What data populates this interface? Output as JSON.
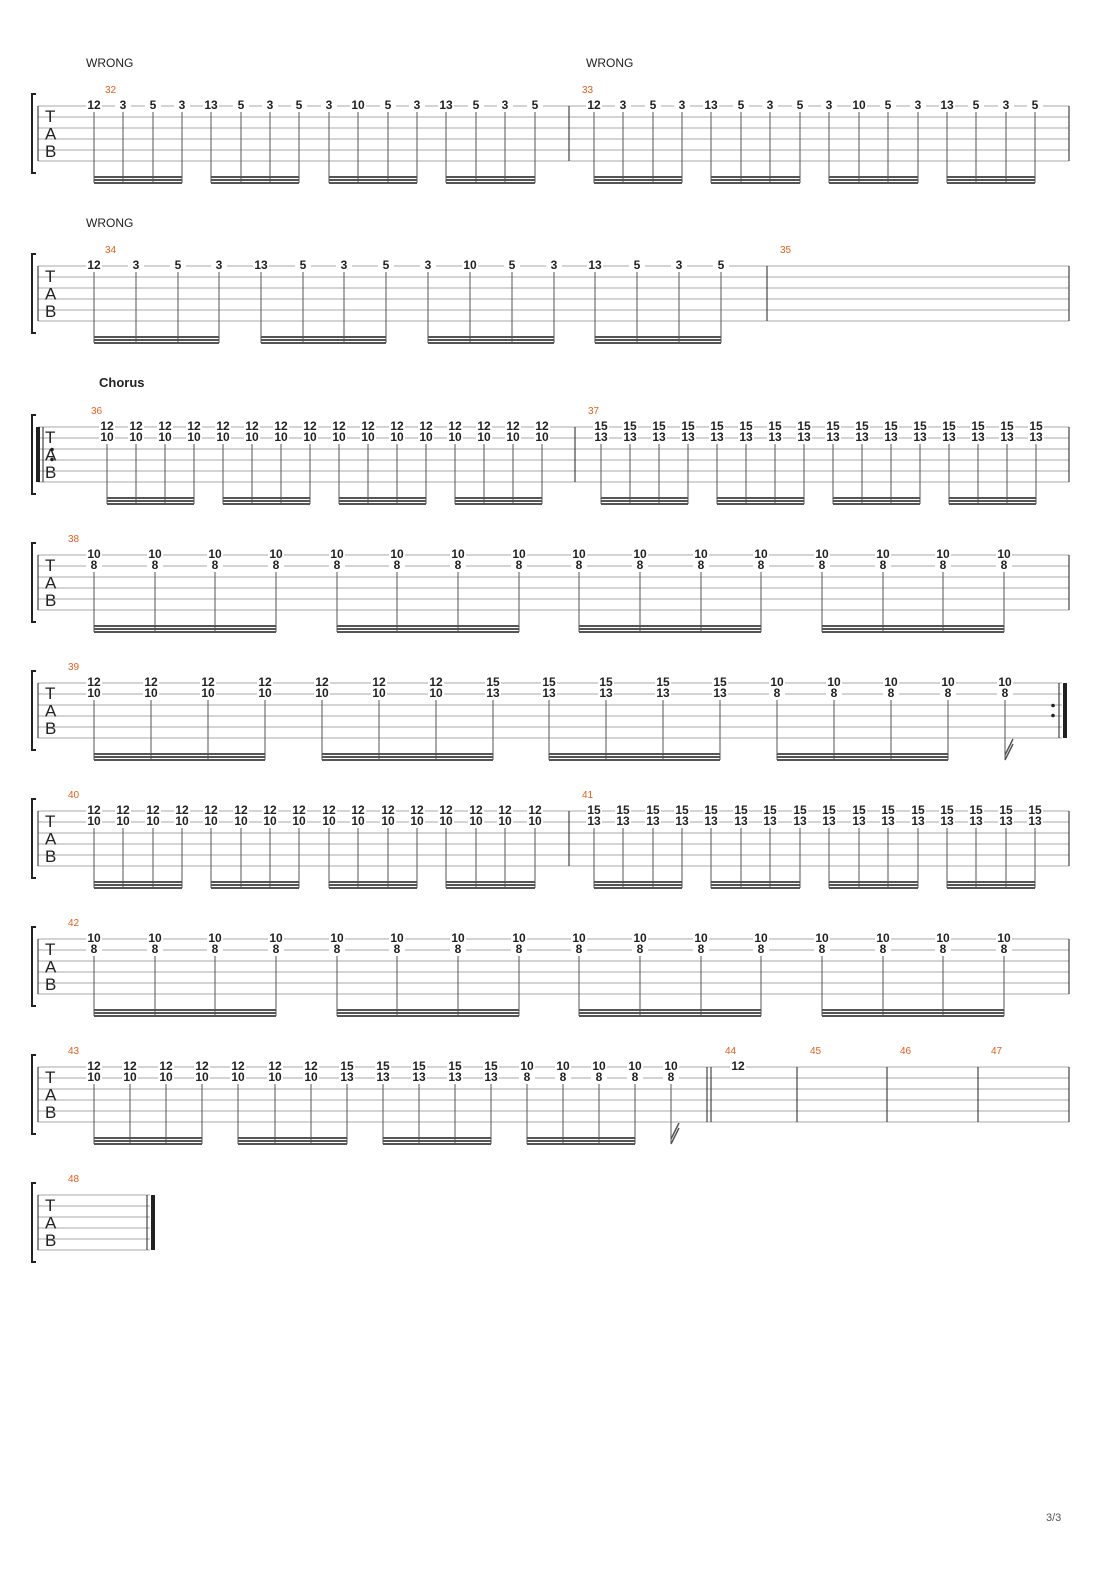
{
  "page_number": "3/3",
  "tab_clef": [
    "T",
    "A",
    "B"
  ],
  "systems": [
    {
      "annotations": [
        "WRONG",
        "WRONG"
      ],
      "measures": [
        {
          "number": "32",
          "annotation_index": 0,
          "beat_groups": [
            {
              "notes": [
                [
                  "12"
                ],
                [
                  "3"
                ],
                [
                  "5"
                ],
                [
                  "3"
                ]
              ]
            },
            {
              "notes": [
                [
                  "13"
                ],
                [
                  "5"
                ],
                [
                  "3"
                ],
                [
                  "5"
                ]
              ]
            },
            {
              "notes": [
                [
                  "3"
                ],
                [
                  "10"
                ],
                [
                  "5"
                ],
                [
                  "3"
                ]
              ]
            },
            {
              "notes": [
                [
                  "13"
                ],
                [
                  "5"
                ],
                [
                  "3"
                ],
                [
                  "5"
                ]
              ]
            }
          ]
        },
        {
          "number": "33",
          "annotation_index": 1,
          "beat_groups": [
            {
              "notes": [
                [
                  "12"
                ],
                [
                  "3"
                ],
                [
                  "5"
                ],
                [
                  "3"
                ]
              ]
            },
            {
              "notes": [
                [
                  "13"
                ],
                [
                  "5"
                ],
                [
                  "3"
                ],
                [
                  "5"
                ]
              ]
            },
            {
              "notes": [
                [
                  "3"
                ],
                [
                  "10"
                ],
                [
                  "5"
                ],
                [
                  "3"
                ]
              ]
            },
            {
              "notes": [
                [
                  "13"
                ],
                [
                  "5"
                ],
                [
                  "3"
                ],
                [
                  "5"
                ]
              ]
            }
          ]
        }
      ]
    },
    {
      "annotations": [
        "WRONG"
      ],
      "measures": [
        {
          "number": "34",
          "annotation_index": 0,
          "beat_groups": [
            {
              "notes": [
                [
                  "12"
                ],
                [
                  "3"
                ],
                [
                  "5"
                ],
                [
                  "3"
                ]
              ]
            },
            {
              "notes": [
                [
                  "13"
                ],
                [
                  "5"
                ],
                [
                  "3"
                ],
                [
                  "5"
                ]
              ]
            },
            {
              "notes": [
                [
                  "3"
                ],
                [
                  "10"
                ],
                [
                  "5"
                ],
                [
                  "3"
                ]
              ]
            },
            {
              "notes": [
                [
                  "13"
                ],
                [
                  "5"
                ],
                [
                  "3"
                ],
                [
                  "5"
                ]
              ]
            }
          ]
        },
        {
          "number": "35",
          "beat_groups": []
        }
      ]
    },
    {
      "section_label": "Chorus",
      "repeat_start": true,
      "measures": [
        {
          "number": "36",
          "beat_groups": [
            {
              "notes": [
                [
                  "12",
                  "10"
                ],
                [
                  "12",
                  "10"
                ],
                [
                  "12",
                  "10"
                ],
                [
                  "12",
                  "10"
                ]
              ]
            },
            {
              "notes": [
                [
                  "12",
                  "10"
                ],
                [
                  "12",
                  "10"
                ],
                [
                  "12",
                  "10"
                ],
                [
                  "12",
                  "10"
                ]
              ]
            },
            {
              "notes": [
                [
                  "12",
                  "10"
                ],
                [
                  "12",
                  "10"
                ],
                [
                  "12",
                  "10"
                ],
                [
                  "12",
                  "10"
                ]
              ]
            },
            {
              "notes": [
                [
                  "12",
                  "10"
                ],
                [
                  "12",
                  "10"
                ],
                [
                  "12",
                  "10"
                ],
                [
                  "12",
                  "10"
                ]
              ]
            }
          ]
        },
        {
          "number": "37",
          "beat_groups": [
            {
              "notes": [
                [
                  "15",
                  "13"
                ],
                [
                  "15",
                  "13"
                ],
                [
                  "15",
                  "13"
                ],
                [
                  "15",
                  "13"
                ]
              ]
            },
            {
              "notes": [
                [
                  "15",
                  "13"
                ],
                [
                  "15",
                  "13"
                ],
                [
                  "15",
                  "13"
                ],
                [
                  "15",
                  "13"
                ]
              ]
            },
            {
              "notes": [
                [
                  "15",
                  "13"
                ],
                [
                  "15",
                  "13"
                ],
                [
                  "15",
                  "13"
                ],
                [
                  "15",
                  "13"
                ]
              ]
            },
            {
              "notes": [
                [
                  "15",
                  "13"
                ],
                [
                  "15",
                  "13"
                ],
                [
                  "15",
                  "13"
                ],
                [
                  "15",
                  "13"
                ]
              ]
            }
          ]
        }
      ]
    },
    {
      "measures": [
        {
          "number": "38",
          "beat_groups": [
            {
              "notes": [
                [
                  "10",
                  "8"
                ],
                [
                  "10",
                  "8"
                ],
                [
                  "10",
                  "8"
                ],
                [
                  "10",
                  "8"
                ]
              ]
            },
            {
              "notes": [
                [
                  "10",
                  "8"
                ],
                [
                  "10",
                  "8"
                ],
                [
                  "10",
                  "8"
                ],
                [
                  "10",
                  "8"
                ]
              ]
            },
            {
              "notes": [
                [
                  "10",
                  "8"
                ],
                [
                  "10",
                  "8"
                ],
                [
                  "10",
                  "8"
                ],
                [
                  "10",
                  "8"
                ]
              ]
            },
            {
              "notes": [
                [
                  "10",
                  "8"
                ],
                [
                  "10",
                  "8"
                ],
                [
                  "10",
                  "8"
                ],
                [
                  "10",
                  "8"
                ]
              ]
            }
          ]
        }
      ]
    },
    {
      "repeat_end": true,
      "measures": [
        {
          "number": "39",
          "beat_groups": [
            {
              "notes": [
                [
                  "12",
                  "10"
                ],
                [
                  "12",
                  "10"
                ],
                [
                  "12",
                  "10"
                ],
                [
                  "12",
                  "10"
                ]
              ]
            },
            {
              "notes": [
                [
                  "12",
                  "10"
                ],
                [
                  "12",
                  "10"
                ],
                [
                  "12",
                  "10"
                ],
                [
                  "15",
                  "13"
                ]
              ]
            },
            {
              "notes": [
                [
                  "15",
                  "13"
                ],
                [
                  "15",
                  "13"
                ],
                [
                  "15",
                  "13"
                ],
                [
                  "15",
                  "13"
                ]
              ]
            },
            {
              "notes": [
                [
                  "10",
                  "8"
                ],
                [
                  "10",
                  "8"
                ],
                [
                  "10",
                  "8"
                ],
                [
                  "10",
                  "8"
                ]
              ]
            },
            {
              "notes": [
                [
                  "10",
                  "8"
                ]
              ],
              "flag": true
            }
          ]
        }
      ]
    },
    {
      "measures": [
        {
          "number": "40",
          "beat_groups": [
            {
              "notes": [
                [
                  "12",
                  "10"
                ],
                [
                  "12",
                  "10"
                ],
                [
                  "12",
                  "10"
                ],
                [
                  "12",
                  "10"
                ]
              ]
            },
            {
              "notes": [
                [
                  "12",
                  "10"
                ],
                [
                  "12",
                  "10"
                ],
                [
                  "12",
                  "10"
                ],
                [
                  "12",
                  "10"
                ]
              ]
            },
            {
              "notes": [
                [
                  "12",
                  "10"
                ],
                [
                  "12",
                  "10"
                ],
                [
                  "12",
                  "10"
                ],
                [
                  "12",
                  "10"
                ]
              ]
            },
            {
              "notes": [
                [
                  "12",
                  "10"
                ],
                [
                  "12",
                  "10"
                ],
                [
                  "12",
                  "10"
                ],
                [
                  "12",
                  "10"
                ]
              ]
            }
          ]
        },
        {
          "number": "41",
          "beat_groups": [
            {
              "notes": [
                [
                  "15",
                  "13"
                ],
                [
                  "15",
                  "13"
                ],
                [
                  "15",
                  "13"
                ],
                [
                  "15",
                  "13"
                ]
              ]
            },
            {
              "notes": [
                [
                  "15",
                  "13"
                ],
                [
                  "15",
                  "13"
                ],
                [
                  "15",
                  "13"
                ],
                [
                  "15",
                  "13"
                ]
              ]
            },
            {
              "notes": [
                [
                  "15",
                  "13"
                ],
                [
                  "15",
                  "13"
                ],
                [
                  "15",
                  "13"
                ],
                [
                  "15",
                  "13"
                ]
              ]
            },
            {
              "notes": [
                [
                  "15",
                  "13"
                ],
                [
                  "15",
                  "13"
                ],
                [
                  "15",
                  "13"
                ],
                [
                  "15",
                  "13"
                ]
              ]
            }
          ]
        }
      ]
    },
    {
      "measures": [
        {
          "number": "42",
          "beat_groups": [
            {
              "notes": [
                [
                  "10",
                  "8"
                ],
                [
                  "10",
                  "8"
                ],
                [
                  "10",
                  "8"
                ],
                [
                  "10",
                  "8"
                ]
              ]
            },
            {
              "notes": [
                [
                  "10",
                  "8"
                ],
                [
                  "10",
                  "8"
                ],
                [
                  "10",
                  "8"
                ],
                [
                  "10",
                  "8"
                ]
              ]
            },
            {
              "notes": [
                [
                  "10",
                  "8"
                ],
                [
                  "10",
                  "8"
                ],
                [
                  "10",
                  "8"
                ],
                [
                  "10",
                  "8"
                ]
              ]
            },
            {
              "notes": [
                [
                  "10",
                  "8"
                ],
                [
                  "10",
                  "8"
                ],
                [
                  "10",
                  "8"
                ],
                [
                  "10",
                  "8"
                ]
              ]
            }
          ]
        }
      ]
    },
    {
      "measures": [
        {
          "number": "43",
          "beat_groups": [
            {
              "notes": [
                [
                  "12",
                  "10"
                ],
                [
                  "12",
                  "10"
                ],
                [
                  "12",
                  "10"
                ],
                [
                  "12",
                  "10"
                ]
              ]
            },
            {
              "notes": [
                [
                  "12",
                  "10"
                ],
                [
                  "12",
                  "10"
                ],
                [
                  "12",
                  "10"
                ],
                [
                  "15",
                  "13"
                ]
              ]
            },
            {
              "notes": [
                [
                  "15",
                  "13"
                ],
                [
                  "15",
                  "13"
                ],
                [
                  "15",
                  "13"
                ],
                [
                  "15",
                  "13"
                ]
              ]
            },
            {
              "notes": [
                [
                  "10",
                  "8"
                ],
                [
                  "10",
                  "8"
                ],
                [
                  "10",
                  "8"
                ],
                [
                  "10",
                  "8"
                ]
              ]
            },
            {
              "notes": [
                [
                  "10",
                  "8"
                ]
              ],
              "flag": true
            }
          ]
        },
        {
          "number": "44",
          "beat_groups": [
            {
              "notes": [
                [
                  "12"
                ]
              ],
              "no_stem": true
            }
          ]
        },
        {
          "number": "45",
          "beat_groups": []
        },
        {
          "number": "46",
          "beat_groups": []
        },
        {
          "number": "47",
          "beat_groups": []
        }
      ]
    },
    {
      "final_barline": true,
      "measures": [
        {
          "number": "48",
          "beat_groups": []
        }
      ]
    }
  ],
  "colors": {
    "ink": "#222222",
    "staff_line": "#aaaaaa",
    "measure_number": "#e0601c",
    "beam": "#555555"
  }
}
